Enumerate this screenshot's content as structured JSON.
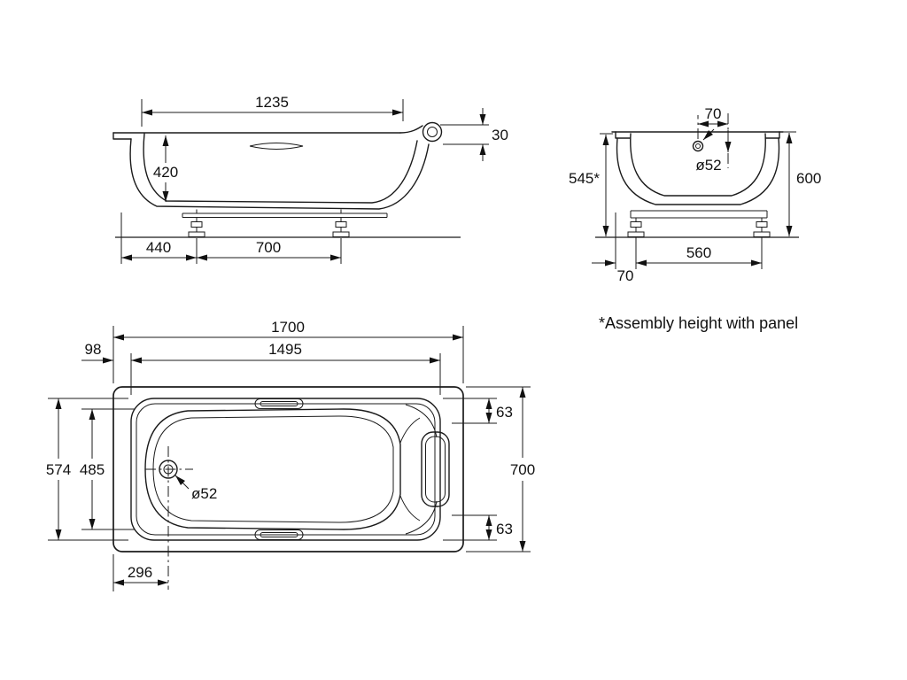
{
  "note": "*Assembly height with panel",
  "side_view": {
    "inner_length": "1235",
    "depth": "420",
    "rim_height": "30",
    "foot_offset": "440",
    "foot_spacing": "700"
  },
  "end_view": {
    "drain_offset": "70",
    "drain_diameter": "ø52",
    "assembly_height": "545*",
    "overall_height": "600",
    "edge_offset": "70",
    "foot_spacing": "560"
  },
  "plan_view": {
    "overall_length": "1700",
    "rim_width_left": "98",
    "inner_length": "1495",
    "inset_top": "63",
    "overall_width": "700",
    "inset_bottom": "63",
    "rim_outer_width": "574",
    "basin_width": "485",
    "drain_diameter": "ø52",
    "drain_offset": "296"
  }
}
